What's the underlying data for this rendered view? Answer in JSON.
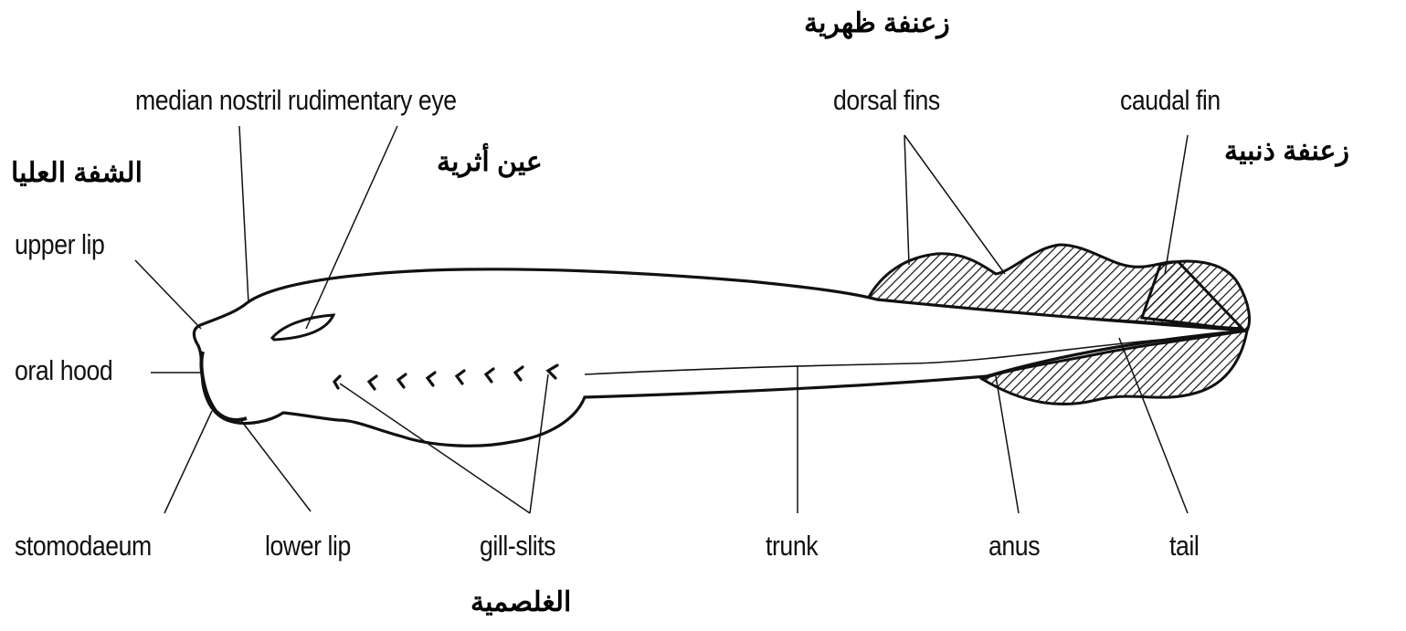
{
  "labels_en": {
    "median_nostril_rudimentary_eye": "median nostril rudimentary eye",
    "dorsal_fins": "dorsal fins",
    "caudal_fin": "caudal fin",
    "upper_lip": "upper lip",
    "oral_hood": "oral hood",
    "stomodaeum": "stomodaeum",
    "lower_lip": "lower lip",
    "gill_slits": "gill-slits",
    "trunk": "trunk",
    "anus": "anus",
    "tail": "tail"
  },
  "labels_ar": {
    "dorsal_fin": "زعنفة ظهرية",
    "caudal_fin": "زعنفة ذنبية",
    "rudimentary_eye": "عين أثرية",
    "upper_lip": "الشفة العليا",
    "gills": "الغلصمية"
  },
  "colors": {
    "ink": "#111111",
    "background": "#ffffff"
  }
}
